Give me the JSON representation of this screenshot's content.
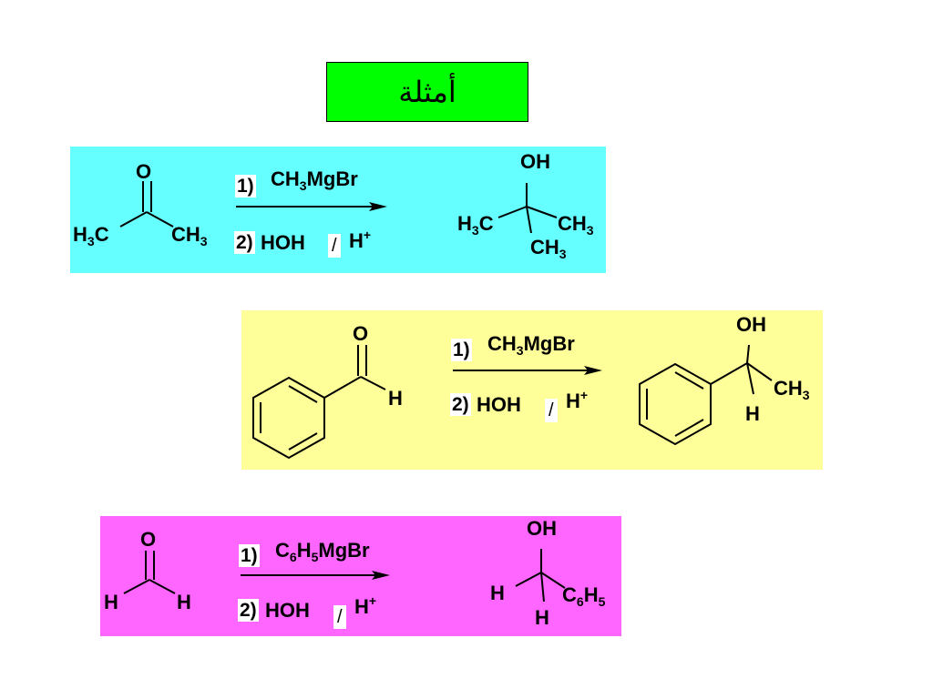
{
  "title": {
    "text": "أمثلة",
    "color": "#00ff00"
  },
  "reactions": [
    {
      "bg": "#66ffff",
      "reactant": {
        "o": "O",
        "left_h": "H",
        "left_3": "3",
        "left_c": "C",
        "right_ch": "CH",
        "right_3": "3"
      },
      "step1": {
        "num": "1)",
        "a": "CH",
        "a_sub": "3",
        "b": "MgBr"
      },
      "step2": {
        "num": "2)",
        "hoh": "HOH",
        "slash": "/",
        "h": "H",
        "plus": "+"
      },
      "product": {
        "oh": "OH",
        "left_h": "H",
        "left_3": "3",
        "left_c": "C",
        "right_ch": "CH",
        "right_3": "3",
        "bottom_ch": "CH",
        "bottom_3": "3"
      }
    },
    {
      "bg": "#ffff99",
      "reactant": {
        "o": "O",
        "h": "H"
      },
      "step1": {
        "num": "1)",
        "a": "CH",
        "a_sub": "3",
        "b": "MgBr"
      },
      "step2": {
        "num": "2)",
        "hoh": "HOH",
        "slash": "/",
        "h": "H",
        "plus": "+"
      },
      "product": {
        "oh": "OH",
        "ch": "CH",
        "ch_3": "3",
        "h": "H"
      }
    },
    {
      "bg": "#ff66ff",
      "reactant": {
        "o": "O",
        "h_left": "H",
        "h_right": "H"
      },
      "step1": {
        "num": "1)",
        "a": "C",
        "a_sub": "6",
        "b": "H",
        "b_sub": "5",
        "c": "MgBr"
      },
      "step2": {
        "num": "2)",
        "hoh": "HOH",
        "slash": "/",
        "h": "H",
        "plus": "+"
      },
      "product": {
        "oh": "OH",
        "h_left": "H",
        "c": "C",
        "c_6": "6",
        "h2": "H",
        "h2_5": "5",
        "h_bottom": "H"
      }
    }
  ]
}
